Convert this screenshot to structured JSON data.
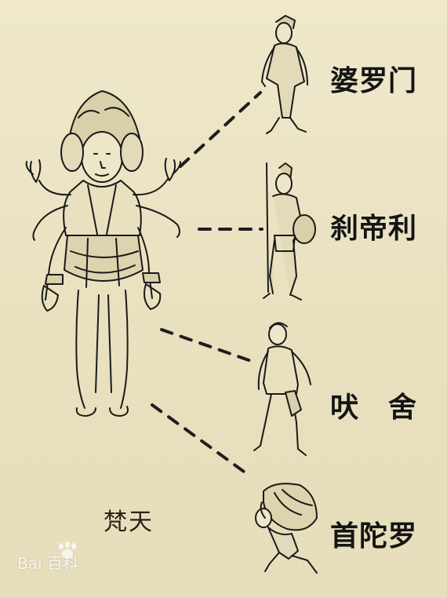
{
  "deity": {
    "label": "梵天"
  },
  "castes": [
    {
      "label": "婆罗门"
    },
    {
      "label": "刹帝利"
    },
    {
      "label": "吠　舍"
    },
    {
      "label": "首陀罗"
    }
  ],
  "watermark": {
    "text": "Bai 百科"
  },
  "colors": {
    "background": "#ece4c6",
    "ink": "#1a1a1a",
    "line": "#2a2a2a"
  }
}
